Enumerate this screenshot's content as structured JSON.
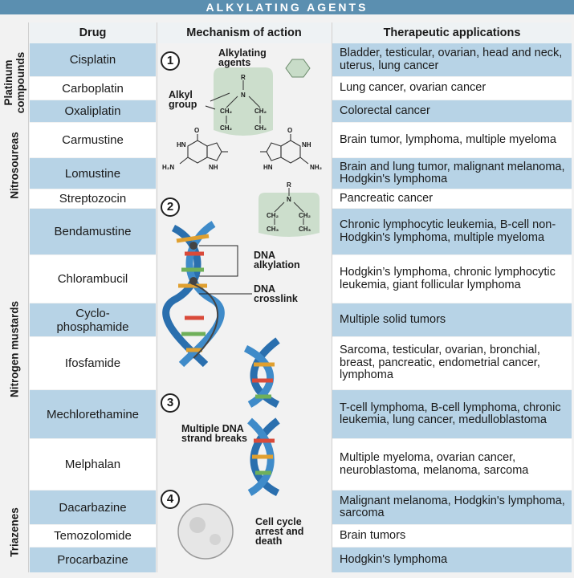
{
  "title": "ALKYLATING AGENTS",
  "headers": {
    "drug": "Drug",
    "mechanism": "Mechanism of action",
    "applications": "Therapeutic applications"
  },
  "categories": [
    "Platinum compounds",
    "Nitrosoureas",
    "Nitrogen mustards",
    "Triazenes"
  ],
  "rows": [
    {
      "drug": "Cisplatin",
      "application": "Bladder, testicular, ovarian, head and neck, uterus, lung cancer"
    },
    {
      "drug": "Carboplatin",
      "application": "Lung cancer, ovarian cancer"
    },
    {
      "drug": "Oxaliplatin",
      "application": "Colorectal cancer"
    },
    {
      "drug": "Carmustine",
      "application": "Brain tumor, lymphoma, multiple myeloma"
    },
    {
      "drug": "Lomustine",
      "application": "Brain and lung tumor, malignant melanoma, Hodgkin's lymphoma"
    },
    {
      "drug": "Streptozocin",
      "application": "Pancreatic cancer"
    },
    {
      "drug": "Bendamustine",
      "application": "Chronic lymphocytic leukemia, B-cell non-Hodgkin's lymphoma, multiple myeloma"
    },
    {
      "drug": "Chlorambucil",
      "application": "Hodgkin’s lymphoma, chronic lymphocytic leukemia, giant follicular lymphoma"
    },
    {
      "drug": "Cyclo-\nphosphamide",
      "application": "Multiple solid tumors"
    },
    {
      "drug": "Ifosfamide",
      "application": "Sarcoma, testicular, ovarian, bronchial, breast, pancreatic, endometrial cancer, lymphoma"
    },
    {
      "drug": "Mechlorethamine",
      "application": "T-cell lymphoma, B-cell lymphoma, chronic leukemia, lung cancer, medulloblastoma"
    },
    {
      "drug": "Melphalan",
      "application": "Multiple myeloma, ovarian cancer, neuroblastoma, melanoma, sarcoma"
    },
    {
      "drug": "Dacarbazine",
      "application": "Malignant melanoma, Hodgkin's lymphoma, sarcoma"
    },
    {
      "drug": "Temozolomide",
      "application": "Brain tumors"
    },
    {
      "drug": "Procarbazine",
      "application": "Hodgkin's lymphoma"
    }
  ],
  "mechanism": {
    "steps": [
      "1",
      "2",
      "3",
      "4"
    ],
    "labels": {
      "alkylating_agents": "Alkylating agents",
      "alkyl_group": "Alkyl group",
      "dna_alkylation": "DNA alkylation",
      "dna_crosslink": "DNA crosslink",
      "strand_breaks": "Multiple DNA strand breaks",
      "cell_death": "Cell cycle arrest and death"
    },
    "chem": {
      "r": "R",
      "n": "N",
      "ch2": "CH₂",
      "ch3": "CH₃",
      "o": "O",
      "hn": "HN",
      "nh": "NH",
      "nh2": "NH₂",
      "h2n": "H₂N"
    }
  },
  "colors": {
    "banner": "#5b8fb0",
    "row_blue": "#b7d3e6",
    "dna_blue": "#2a6fae",
    "agent_green": "#c8dcc8"
  }
}
